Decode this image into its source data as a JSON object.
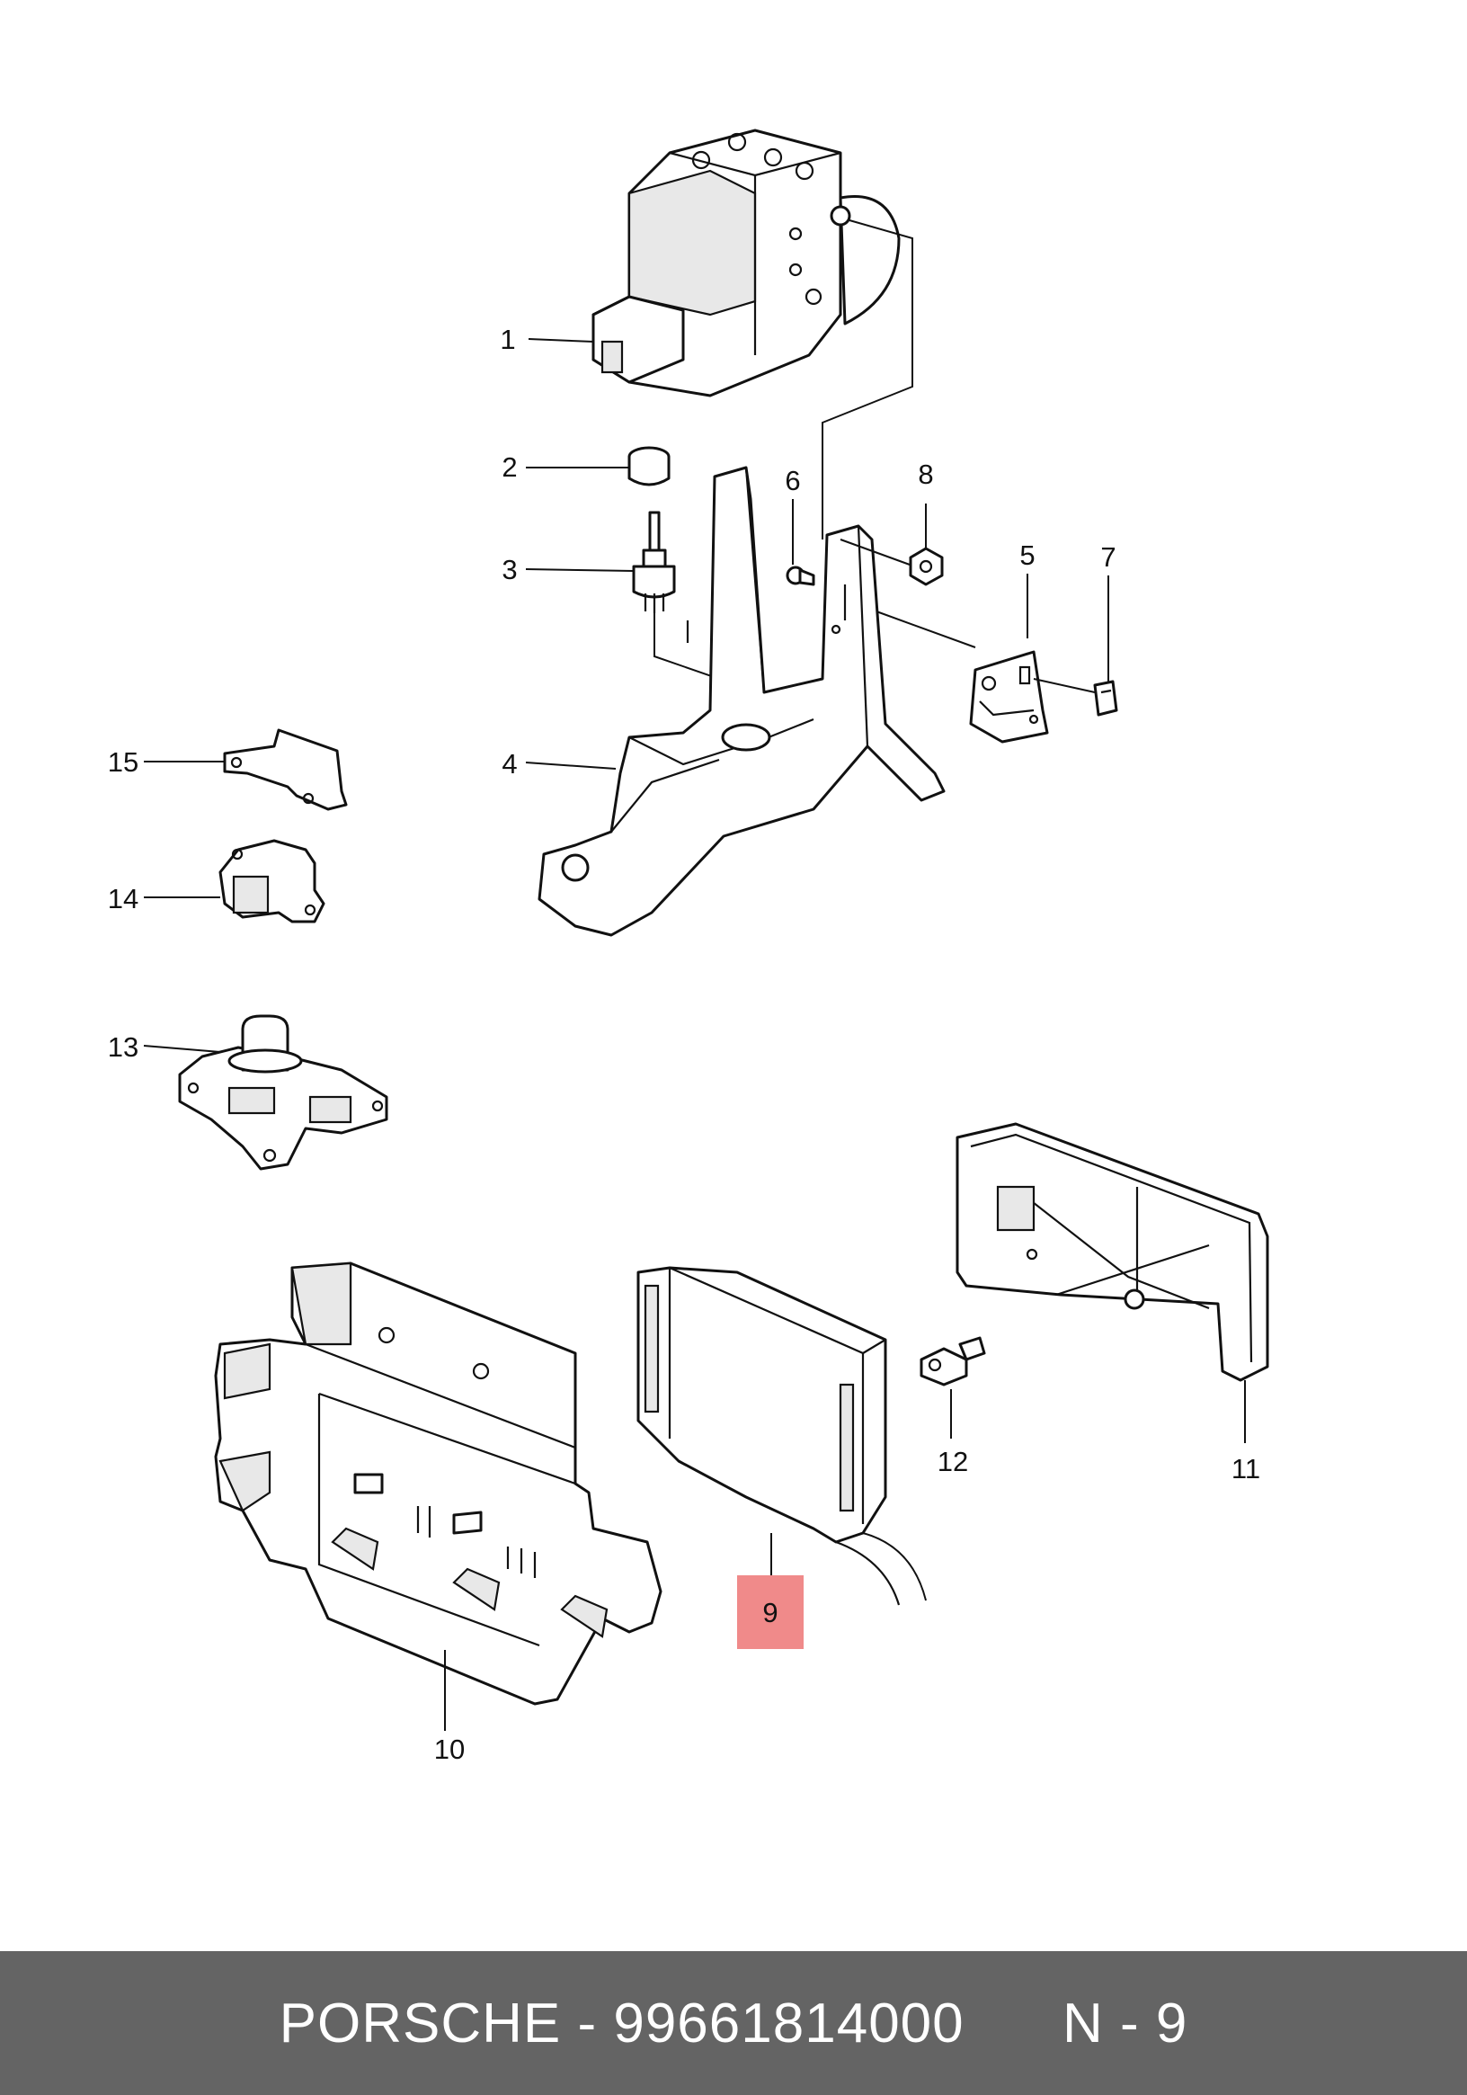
{
  "diagram": {
    "callouts": [
      "1",
      "2",
      "3",
      "4",
      "5",
      "6",
      "7",
      "8",
      "9",
      "10",
      "11",
      "12",
      "13",
      "14",
      "15"
    ],
    "highlight_callout": "9",
    "highlight_color": "#f08a8a"
  },
  "footer": {
    "brand": "PORSCHE",
    "separator": " - ",
    "part_number": "99661814000",
    "position_label": "N - 9",
    "background": "#646464"
  }
}
